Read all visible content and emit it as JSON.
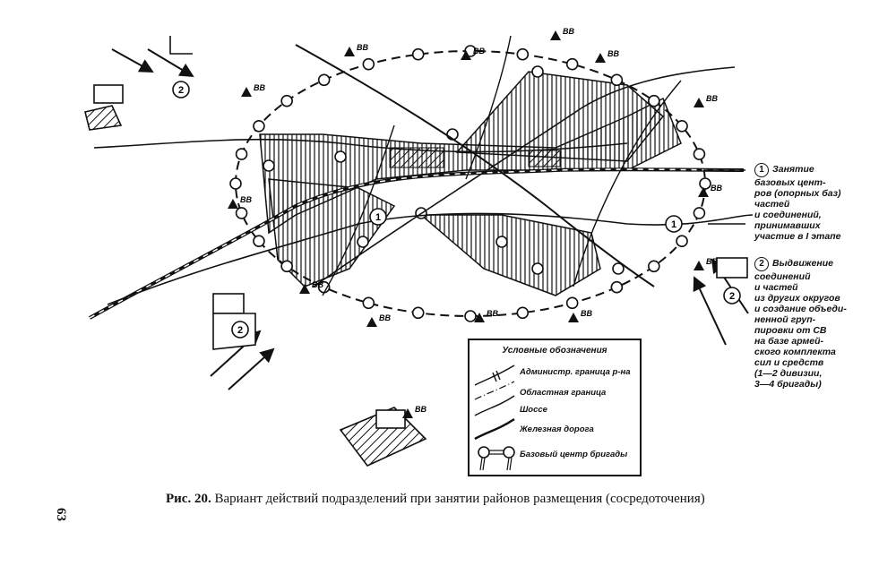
{
  "diagram": {
    "vv_label": "BB",
    "zone_1": "1",
    "zone_2": "2"
  },
  "notes": [
    {
      "number": "1",
      "text": "Занятие\nбазовых цент-\nров (опорных баз)\nчастей\nи соединений,\nпринимавших\nучастие в I этапе"
    },
    {
      "number": "2",
      "text": "Выдвижение\nсоединений\nи частей\nиз других округов\nи создание объеди-\nненной груп-\nпировки от СВ\nна базе армей-\nского комплекта\nсил и средств\n(1—2 дивизии,\n3—4 бригады)"
    }
  ],
  "legend": {
    "title": "Условные обозначения",
    "items": [
      {
        "symbol": "admin-border",
        "label": "Администр. граница р-на"
      },
      {
        "symbol": "regional-border",
        "label": "Областная граница"
      },
      {
        "symbol": "highway",
        "label": "Шоссе"
      },
      {
        "symbol": "railway",
        "label": "Железная дорога"
      },
      {
        "symbol": "brigade-base",
        "label": "Базовый центр бригады"
      }
    ]
  },
  "caption": {
    "figure": "Рис. 20.",
    "text": " Вариант действий подразделений при занятии районов размещения (сосредоточения)"
  },
  "page_number": "63"
}
